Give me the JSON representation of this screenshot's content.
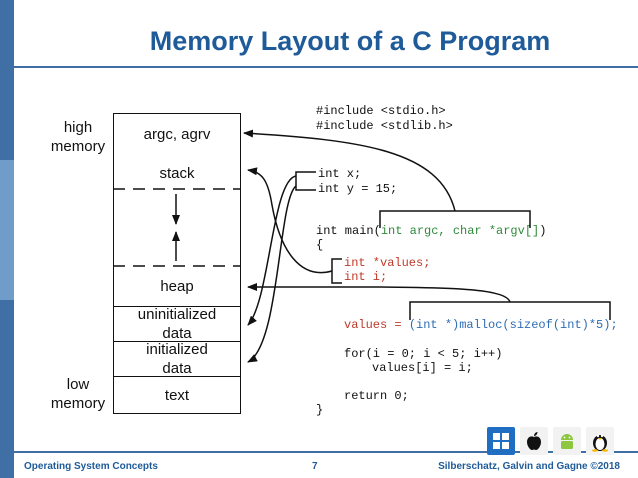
{
  "title": "Memory Layout of a C Program",
  "side_labels": {
    "high": "high\nmemory",
    "low": "low\nmemory"
  },
  "segments": {
    "argc": "argc, agrv",
    "stack": "stack",
    "heap": "heap",
    "uninit": "uninitialized\ndata",
    "init": "initialized\ndata",
    "text": "text"
  },
  "code": {
    "include1": "#include <stdio.h>",
    "include2": "#include <stdlib.h>",
    "int_x": "int x;",
    "int_y": "int y = 15;",
    "main_a": "int main(",
    "main_b": "int argc, char *argv[]",
    "main_c": ")",
    "open_brace": "{",
    "values_decl": "int *values;",
    "i_decl": "int i;",
    "values_lhs": "values = ",
    "malloc": "(int *)malloc(sizeof(int)*5);",
    "for_line": "for(i = 0; i < 5; i++)",
    "assign": "values[i] = i;",
    "return": "return 0;",
    "close_brace": "}"
  },
  "footer": {
    "left": "Operating System Concepts",
    "center": "7",
    "right": "Silberschatz, Galvin and Gagne ©2018"
  },
  "os_icons": [
    "windows-icon",
    "apple-icon",
    "android-icon",
    "linux-icon"
  ],
  "colors": {
    "accent": "#1f5b99",
    "bar": "#3f6fa4",
    "code_green": "#2e8b3a",
    "code_red": "#c0392b"
  }
}
